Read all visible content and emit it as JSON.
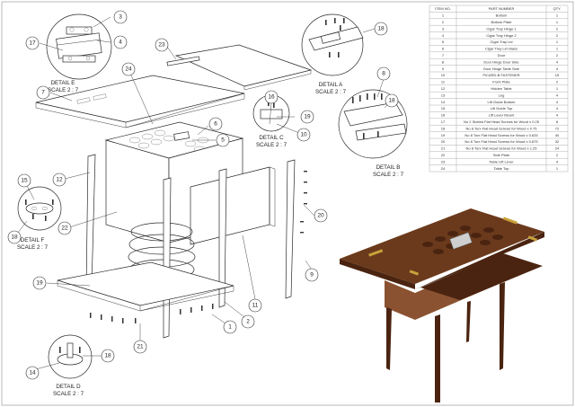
{
  "bom": {
    "headers": [
      "ITEM NO.",
      "PART NUMBER",
      "QTY."
    ],
    "rows": [
      [
        "1",
        "Bottom",
        "1"
      ],
      [
        "2",
        "Bottom Plate",
        "1"
      ],
      [
        "3",
        "Cigar Tray Hinge 1",
        "2"
      ],
      [
        "4",
        "Cigar Tray Hinge 2",
        "2"
      ],
      [
        "5",
        "Cigar Tray Lid",
        "1"
      ],
      [
        "6",
        "Cigar Tray Lid Glass",
        "1"
      ],
      [
        "7",
        "Door",
        "2"
      ],
      [
        "8",
        "Door Hinge Door Side",
        "4"
      ],
      [
        "9",
        "Door Hinge Table Side",
        "4"
      ],
      [
        "10",
        "PICARD-B FASTENER",
        "15"
      ],
      [
        "11",
        "Front Plate",
        "2"
      ],
      [
        "12",
        "Hidden Table",
        "1"
      ],
      [
        "13",
        "Leg",
        "4"
      ],
      [
        "14",
        "Lift Guide Bottom",
        "4"
      ],
      [
        "15",
        "Lift Guide Top",
        "4"
      ],
      [
        "16",
        "Lift Lever Mount",
        "4"
      ],
      [
        "17",
        "No 2 Slotted Flat Head Screws for Wood x 0.25",
        "8"
      ],
      [
        "18",
        "No 8 Torx Flat Head Screws for Wood x 0.75",
        "72"
      ],
      [
        "19",
        "No 8 Torx Flat Head Screws for Wood x 0.625",
        "40"
      ],
      [
        "20",
        "No 8 Torx Flat Head Screws for Wood x 0.875",
        "32"
      ],
      [
        "21",
        "No 8 Torx Flat Head Screws for Wood x 1.25",
        "24"
      ],
      [
        "22",
        "Side Plate",
        "2"
      ],
      [
        "23",
        "Table Lift Lever",
        "4"
      ],
      [
        "24",
        "Table Top",
        "1"
      ]
    ]
  },
  "details": [
    {
      "id": "A",
      "title": "DETAIL A",
      "scale": "SCALE 2 : 7"
    },
    {
      "id": "B",
      "title": "DETAIL B",
      "scale": "SCALE 2 : 7"
    },
    {
      "id": "C",
      "title": "DETAIL C",
      "scale": "SCALE 2 : 7"
    },
    {
      "id": "D",
      "title": "DETAIL D",
      "scale": "SCALE 2 : 7"
    },
    {
      "id": "E",
      "title": "DETAIL E",
      "scale": "SCALE 2 : 7"
    },
    {
      "id": "F",
      "title": "DETAIL F",
      "scale": "SCALE 2 : 7"
    }
  ],
  "balloons": {
    "b3": "3",
    "b4": "4",
    "b17": "17",
    "b7": "7",
    "b24": "24",
    "b23": "23",
    "b6": "6",
    "b5": "5",
    "b18a": "18",
    "b8": "8",
    "b18b": "18",
    "b16": "16",
    "b10": "10",
    "b19a": "19",
    "b12": "12",
    "b15": "15",
    "b18c": "18",
    "b22": "22",
    "b20": "20",
    "b9": "9",
    "b19b": "19",
    "b11": "11",
    "b2": "2",
    "b1": "1",
    "b21": "21",
    "b14": "14",
    "b18d": "18"
  }
}
